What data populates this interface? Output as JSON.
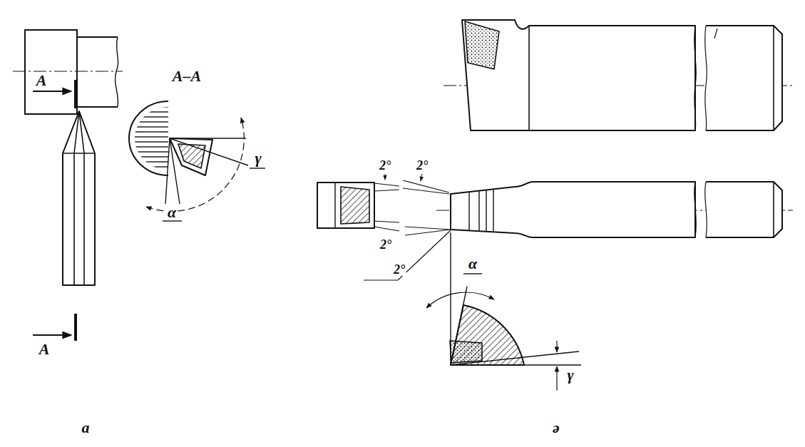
{
  "diagram": {
    "labels": [
      "A",
      "A–A",
      "γ",
      "α",
      "A",
      "a",
      "2°",
      "2°",
      "2°",
      "2°",
      "α",
      "γ",
      "ə"
    ]
  }
}
